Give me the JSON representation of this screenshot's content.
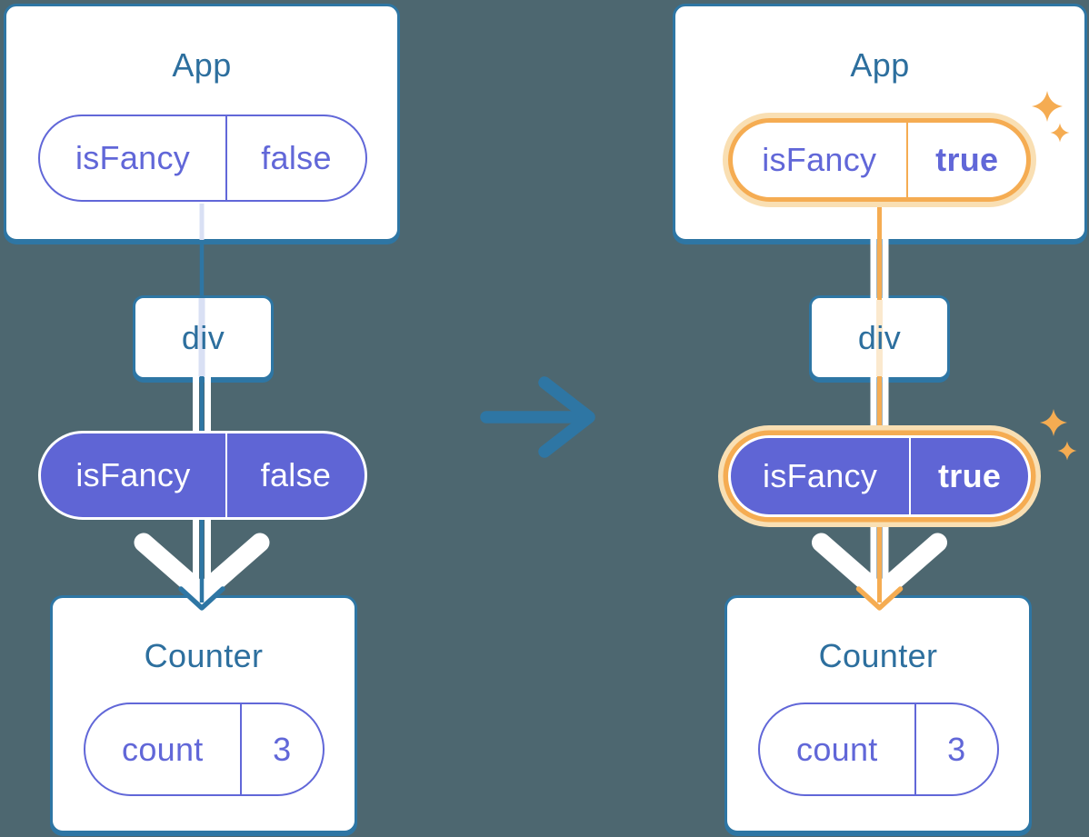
{
  "before": {
    "app": {
      "title": "App",
      "prop": {
        "name": "isFancy",
        "value": "false"
      }
    },
    "container": {
      "title": "div"
    },
    "prop_pill": {
      "name": "isFancy",
      "value": "false"
    },
    "counter": {
      "title": "Counter",
      "state": {
        "name": "count",
        "value": "3"
      }
    }
  },
  "after": {
    "app": {
      "title": "App",
      "prop": {
        "name": "isFancy",
        "value": "true"
      }
    },
    "container": {
      "title": "div"
    },
    "prop_pill": {
      "name": "isFancy",
      "value": "true"
    },
    "counter": {
      "title": "Counter",
      "state": {
        "name": "count",
        "value": "3"
      }
    }
  },
  "icons": {
    "transition_arrow": "→",
    "sparkles": "✦"
  },
  "colors": {
    "background": "#4D6770",
    "line_blue": "#2E76A4",
    "title_text": "#2D6F9E",
    "purple": "#6167D8",
    "purple_fill": "#5F65D5",
    "highlight_orange": "#F5AC52",
    "highlight_halo": "#F9DFB3",
    "white": "#FFFFFF"
  }
}
